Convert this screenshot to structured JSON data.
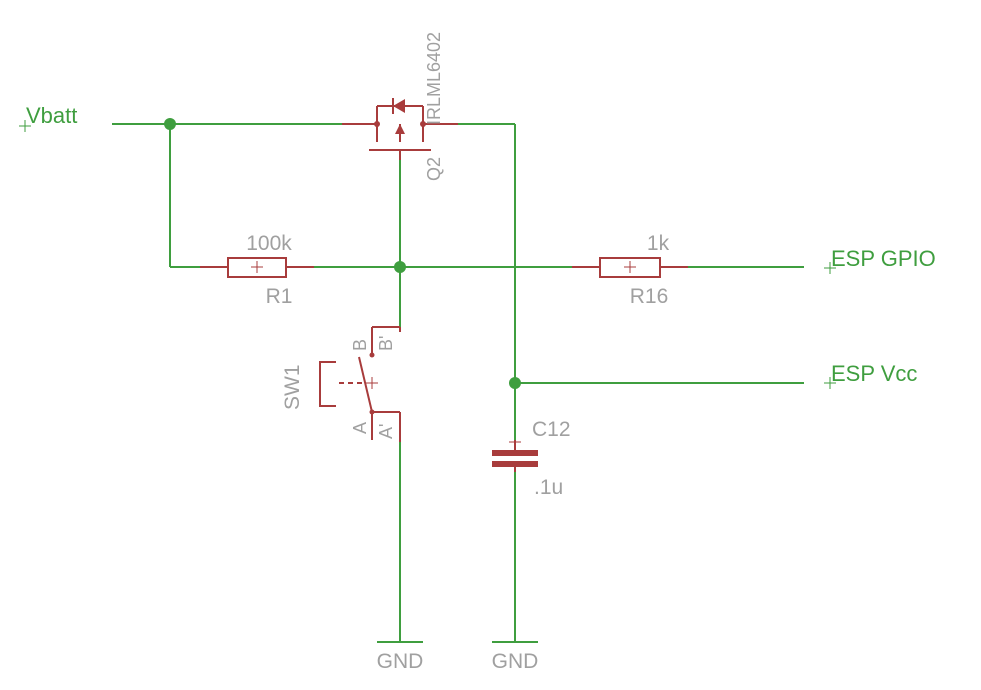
{
  "nets": {
    "vbatt": "Vbatt",
    "esp_gpio": "ESP GPIO",
    "esp_vcc": "ESP Vcc",
    "gnd_left": "GND",
    "gnd_right": "GND"
  },
  "components": {
    "q2": {
      "name": "Q2",
      "value": "IRLML6402"
    },
    "r1": {
      "name": "R1",
      "value": "100k"
    },
    "r16": {
      "name": "R16",
      "value": "1k"
    },
    "sw1": {
      "name": "SW1",
      "pins": [
        "B",
        "B'",
        "A",
        "A'"
      ]
    },
    "c12": {
      "name": "C12",
      "value": ".1u"
    }
  },
  "colors": {
    "wire": "#3f9e3f",
    "component": "#a83c3c",
    "label": "#a0a0a0"
  }
}
